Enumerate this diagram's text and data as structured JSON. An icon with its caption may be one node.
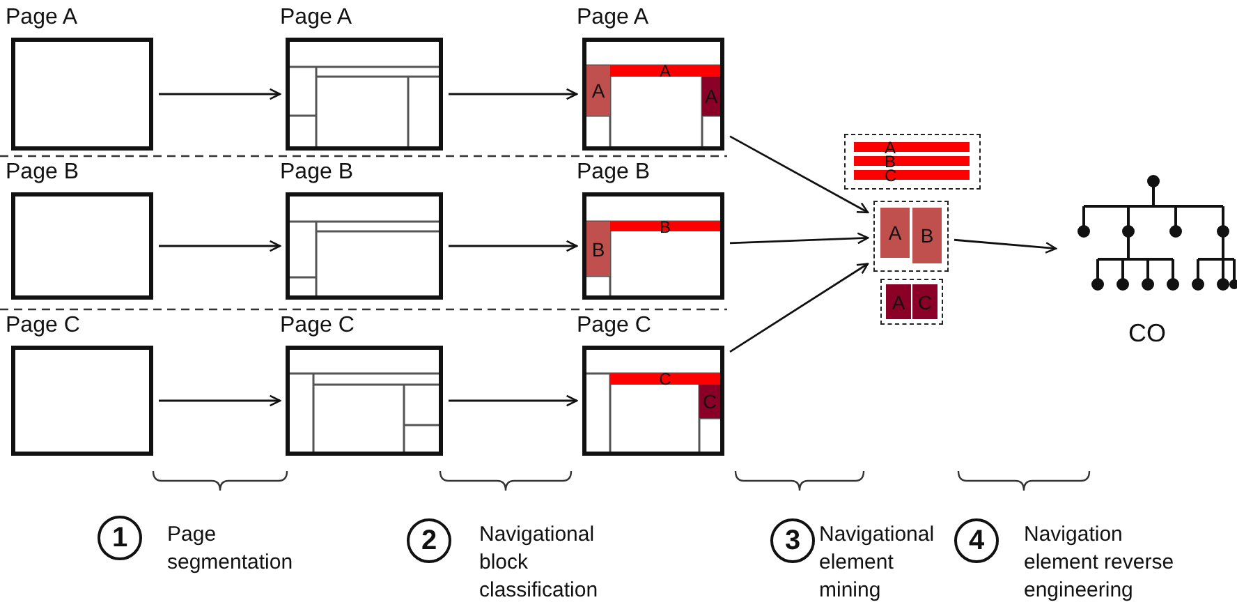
{
  "diagram": {
    "nodes": [
      {
        "text": [
          "Page A"
        ]
      },
      {
        "text": [
          "Page A"
        ]
      },
      {
        "text": [
          "Page A"
        ]
      },
      {
        "text": [
          "A"
        ],
        "in": 2
      },
      {
        "text": [
          "A"
        ],
        "in": 2
      },
      {
        "text": [
          "A"
        ],
        "in": 2
      },
      {
        "text": [
          "Page B"
        ]
      },
      {
        "text": [
          "Page B"
        ]
      },
      {
        "text": [
          "Page B"
        ]
      },
      {
        "text": [
          "B"
        ],
        "in": 8
      },
      {
        "text": [
          "B"
        ],
        "in": 8
      },
      {
        "text": [
          "Page C"
        ]
      },
      {
        "text": [
          "Page C"
        ]
      },
      {
        "text": [
          "Page C"
        ]
      },
      {
        "text": [
          "C"
        ],
        "in": 13
      },
      {
        "text": [
          "C"
        ],
        "in": 13
      },
      {
        "text": [],
        "shape": "box"
      },
      {
        "text": [
          "A"
        ],
        "in": 16
      },
      {
        "text": [
          "B"
        ],
        "in": 16
      },
      {
        "text": [
          "C"
        ],
        "in": 16
      },
      {
        "text": [],
        "shape": "box"
      },
      {
        "text": [
          "A"
        ],
        "in": 20
      },
      {
        "text": [
          "B"
        ],
        "in": 20
      },
      {
        "text": [],
        "shape": "box"
      },
      {
        "text": [
          "A"
        ],
        "in": 23
      },
      {
        "text": [
          "C"
        ],
        "in": 23
      },
      {
        "text": [
          "CO"
        ]
      }
    ],
    "edges": [
      {
        "from": 0,
        "to": 1,
        "arrow": "to"
      },
      {
        "from": 1,
        "to": 2,
        "arrow": "to"
      },
      {
        "from": 6,
        "to": 7,
        "arrow": "to"
      },
      {
        "from": 7,
        "to": 8,
        "arrow": "to"
      },
      {
        "from": 11,
        "to": 12,
        "arrow": "to"
      },
      {
        "from": 12,
        "to": 13,
        "arrow": "to"
      },
      {
        "from": 2,
        "to": 20,
        "arrow": "to"
      },
      {
        "from": 8,
        "to": 20,
        "arrow": "to"
      },
      {
        "from": 13,
        "to": 20,
        "arrow": "to"
      },
      {
        "from": 20,
        "to": 26,
        "arrow": "to"
      }
    ],
    "labels": [
      "1",
      "Page segmentation",
      "2",
      "Navigational block classification",
      "3",
      "Navigational element mining",
      "4",
      "Navigation element reverse engineering"
    ]
  }
}
